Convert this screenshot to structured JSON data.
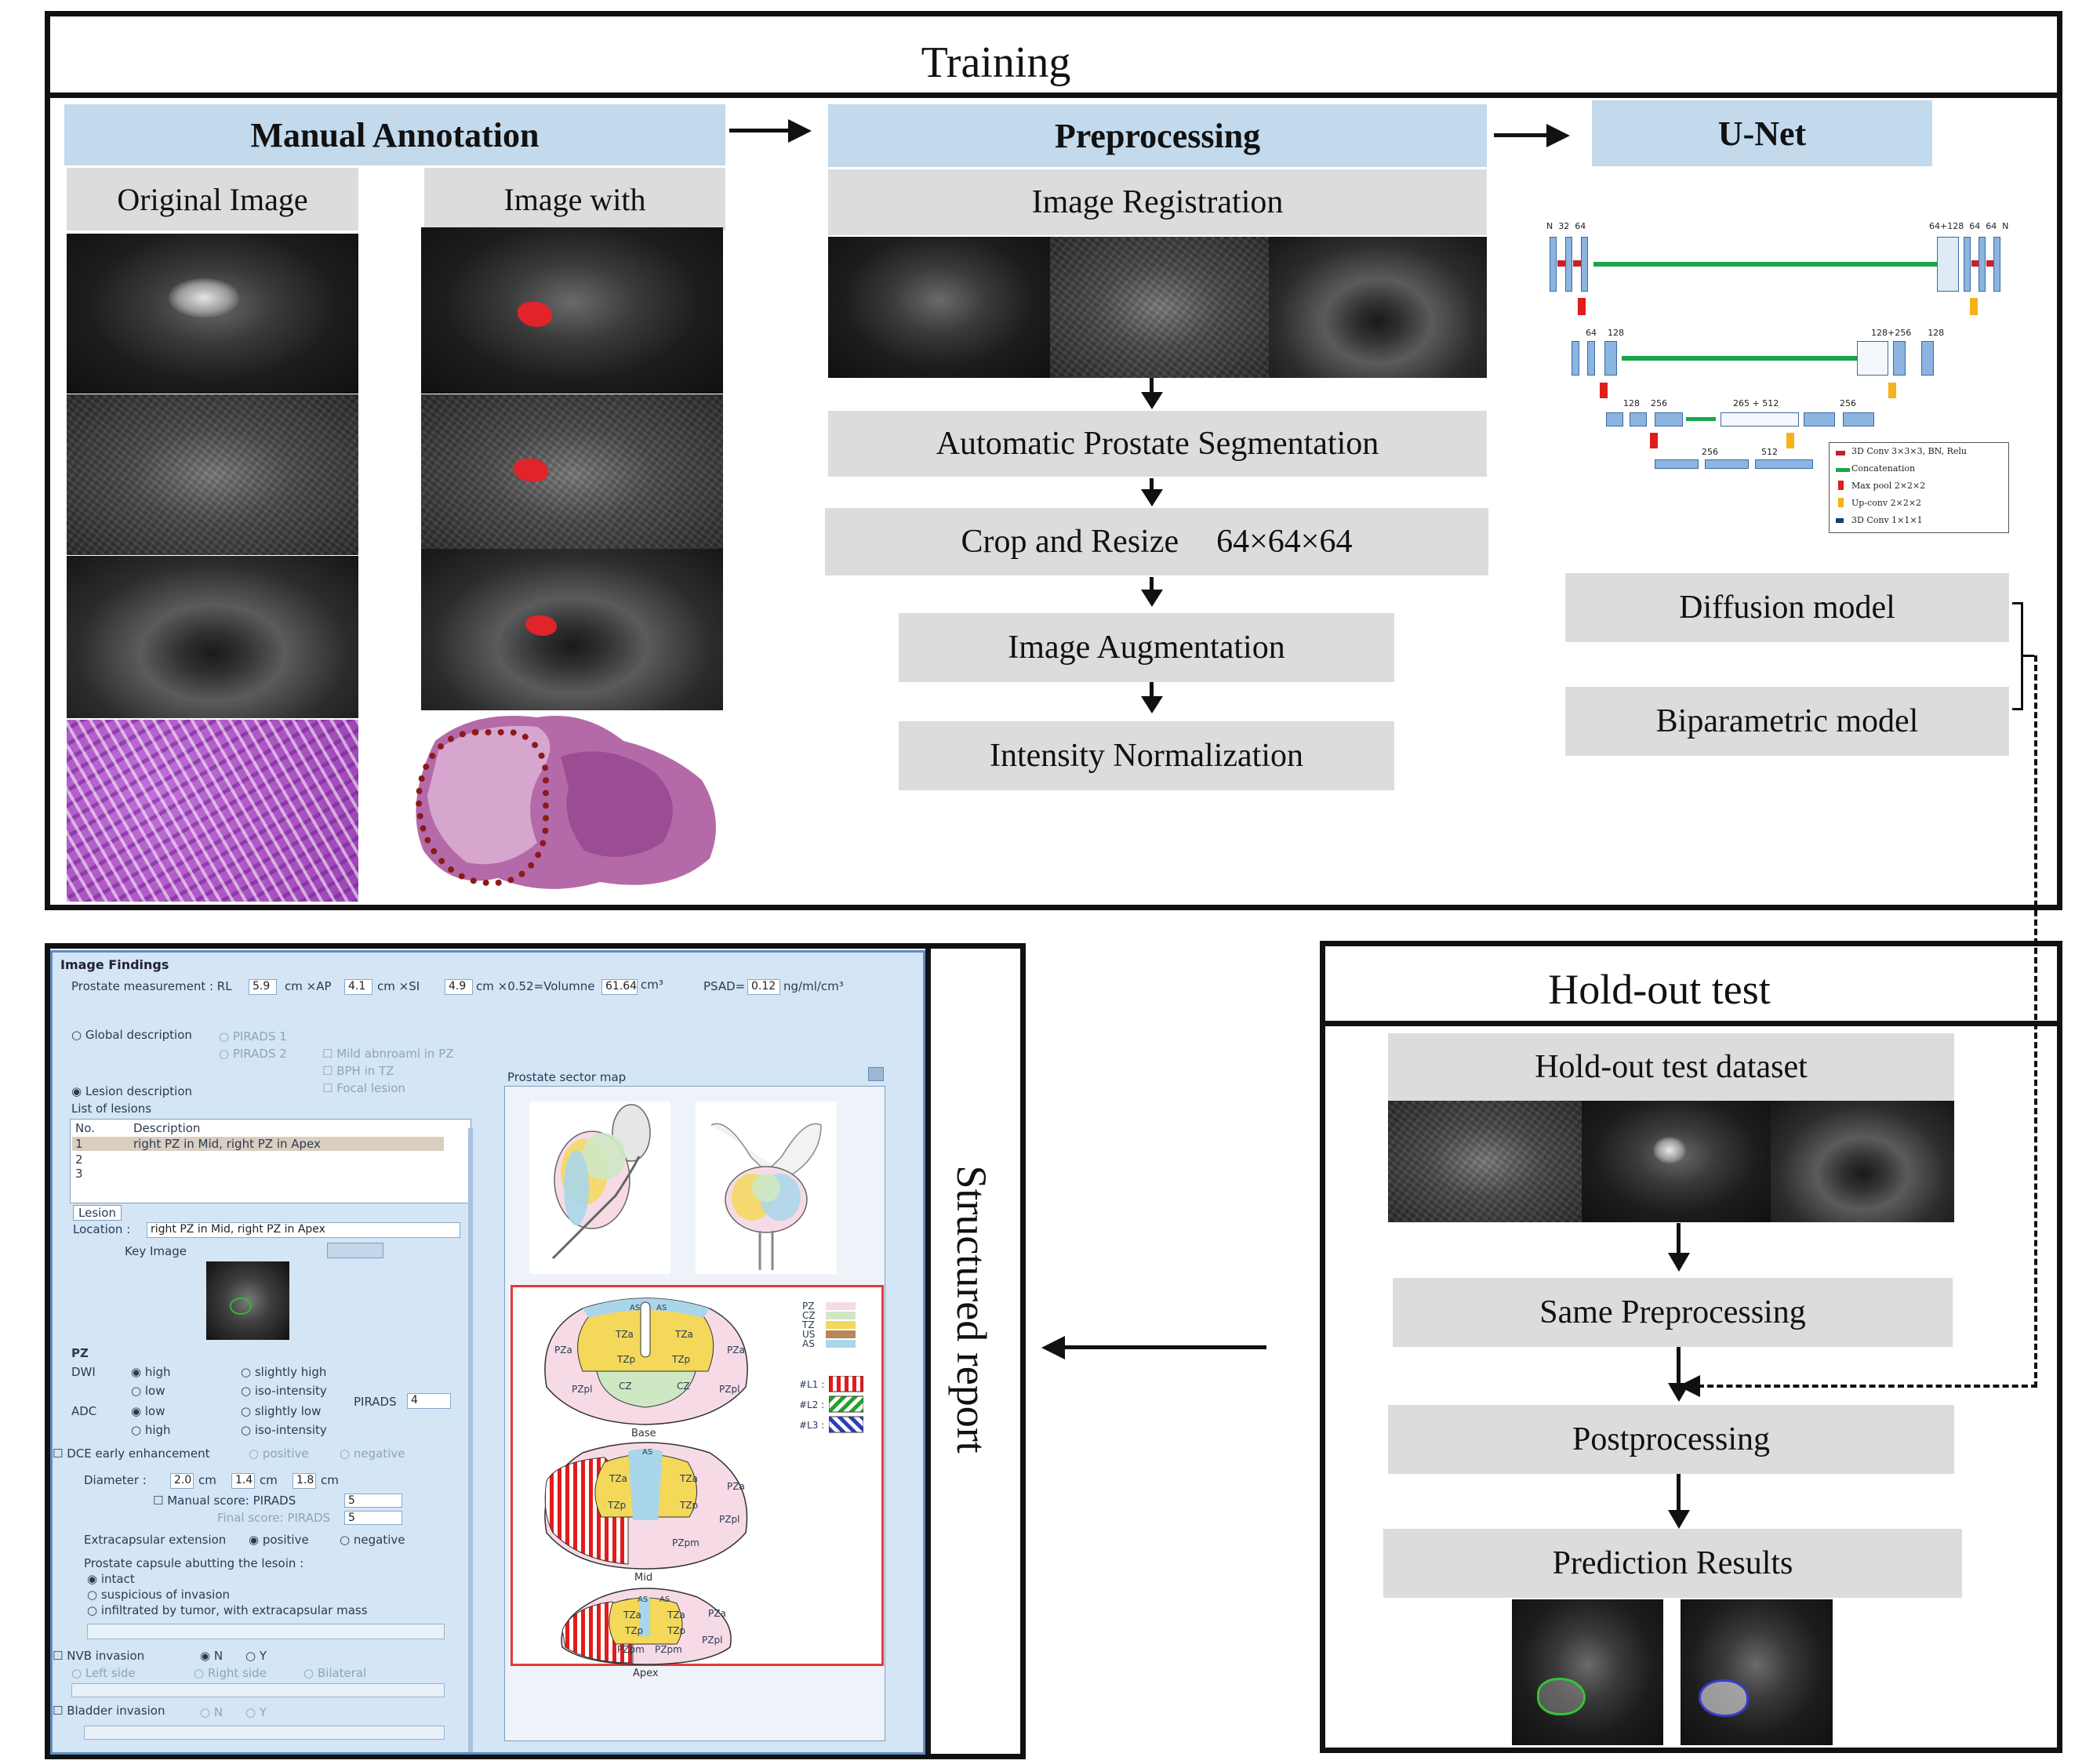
{
  "training": {
    "title": "Training",
    "manual_annotation": {
      "header": "Manual Annotation",
      "col1": "Original Image",
      "col2": "Image with"
    },
    "preprocessing": {
      "header": "Preprocessing",
      "steps": [
        "Image Registration",
        "Automatic Prostate Segmentation",
        "Crop and Resize",
        "Image Augmentation",
        "Intensity Normalization"
      ],
      "crop_size": "64×64×64"
    },
    "unet": {
      "header": "U-Net",
      "top_left_labels": "N  32  64",
      "top_right_labels": "64+128  64  64  N",
      "l2_left": "64    128",
      "l2_right": "128+256      128",
      "l3_left": "128    256",
      "l3_mid": "265 + 512",
      "l3_right": "256",
      "l4_left": "256",
      "l4_right": "512",
      "legend": [
        "3D Conv 3×3×3,  BN,  Relu",
        "Concatenation",
        "Max pool 2×2×2",
        "Up-conv 2×2×2",
        "3D Conv 1×1×1"
      ],
      "colors": {
        "conv": "#c8202a",
        "concat": "#19a64a",
        "pool": "#e01c1c",
        "upconv": "#f5b21a",
        "out": "#1c3a7a",
        "block": "#8cb4e0"
      }
    },
    "models": [
      "Diffusion model",
      "Biparametric  model"
    ]
  },
  "holdout": {
    "title": "Hold-out test",
    "steps": [
      "Hold-out test dataset",
      "Same Preprocessing",
      "Postprocessing",
      "Prediction Results"
    ]
  },
  "structured_report": {
    "label": "Structured report",
    "ui": {
      "section": "Image Findings",
      "measure_label": "Prostate measurement : RL",
      "rl": "5.9",
      "ap_label": "cm ×AP",
      "ap": "4.1",
      "si_label": "cm  ×SI",
      "si": "4.9",
      "vol_label": "cm ×0.52=Volumne",
      "volume": "61.64",
      "vol_unit": "cm³",
      "psad_label": "PSAD=",
      "psad": "0.12",
      "psad_unit": "ng/ml/cm³",
      "global_desc": "Global description",
      "pirads1": "PIRADS 1",
      "pirads2": "PIRADS 2",
      "mild_pz": "Mild abnroaml in PZ",
      "bph_tz": "BPH in TZ",
      "focal": "Focal lesion",
      "lesion_desc": "Lesion description",
      "list_lesions": "List of lesions",
      "sector_map": "Prostate sector map",
      "col_no": "No.",
      "col_desc": "Description",
      "rows": [
        {
          "no": "1",
          "desc": "right PZ in Mid, right PZ in Apex"
        },
        {
          "no": "2",
          "desc": ""
        },
        {
          "no": "3",
          "desc": ""
        }
      ],
      "lesion_tab": "Lesion",
      "location_label": "Location :",
      "location": "right PZ in Mid, right PZ in Apex",
      "key_image": "Key Image",
      "pz": "PZ",
      "dwi": "DWI",
      "adc": "ADC",
      "high": "high",
      "low": "low",
      "slightly_high": "slightly high",
      "iso_intensity": "iso-intensity",
      "slightly_low": "slightly low",
      "pirads_label": "PIRADS",
      "pirads_val": "4",
      "dce": "DCE early enhancement",
      "positive": "positive",
      "negative": "negative",
      "diameter": "Diameter :",
      "d1": "2.0",
      "d2": "1.4",
      "d3": "1.8",
      "cm": "cm",
      "manual_score": "Manual score: PIRADS",
      "manual_val": "5",
      "final_score": "Final score: PIRADS",
      "final_val": "5",
      "extracap": "Extracapsular extension",
      "capsule": "Prostate capsule abutting the lesoin :",
      "intact": "intact",
      "suspicious": "suspicious of invasion",
      "infiltrated": "infiltrated by tumor, with extracapsular mass",
      "nvb": "NVB invasion",
      "n": "N",
      "y": "Y",
      "left_side": "Left side",
      "right_side": "Right side",
      "bilateral": "Bilateral",
      "bladder": "Bladder invasion",
      "zones": {
        "legend": [
          "PZ",
          "CZ",
          "TZ",
          "US",
          "AS"
        ],
        "legend_colors": [
          "#f6dbe6",
          "#cfe8c4",
          "#f3d85a",
          "#b8865b",
          "#a9d6ea"
        ],
        "lesion_labels": [
          "#L1 :",
          "#L2 :",
          "#L3 :"
        ],
        "slices": [
          "Base",
          "Mid",
          "Apex"
        ],
        "base_labels": [
          "AS",
          "AS",
          "TZa",
          "TZa",
          "TZp",
          "TZp",
          "PZa",
          "PZa",
          "CZ",
          "CZ",
          "PZpl",
          "PZpl"
        ],
        "mid_labels": [
          "AS",
          "TZa",
          "TZa",
          "TZp",
          "TZp",
          "PZa",
          "PZpl",
          "PZpm"
        ],
        "apex_labels": [
          "AS",
          "AS",
          "TZa",
          "TZa",
          "TZp",
          "TZp",
          "PZa",
          "PZpl",
          "PZpm",
          "PZpm"
        ]
      }
    }
  }
}
